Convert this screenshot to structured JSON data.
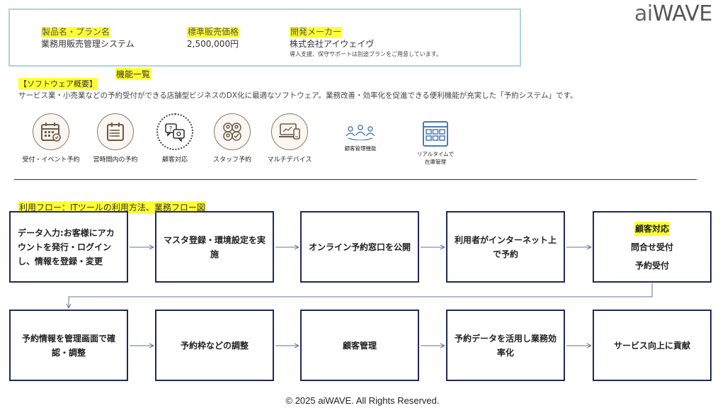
{
  "brand": {
    "logo_ai": "ai",
    "logo_wave": "WAVE"
  },
  "product": {
    "name_label": "製品名・プラン名",
    "name_value": "業務用販売管理システム",
    "price_label": "標準販売価格",
    "price_value": "2,500,000円",
    "maker_label": "開発メーカー",
    "maker_value": "株式会社アイウェイヴ",
    "maker_note": "導入支援、保守サポートは別途プランをご用意しています。"
  },
  "features_title": "機能一覧",
  "overview": {
    "heading": "【ソフトウェア概要】",
    "text": "サービス業・小売業などの予約受付ができる店舗型ビジネスのDX化に最適なソフトウェア。業務改善・効率化を促進できる便利機能が充実した「予約システム」です。"
  },
  "features": [
    {
      "label": "受付・イベント予約",
      "icon": "calendar-icon"
    },
    {
      "label": "営時間内の予約",
      "icon": "schedule-list-icon"
    },
    {
      "label": "顧客対応",
      "icon": "chat-support-icon"
    },
    {
      "label": "スタッフ予約",
      "icon": "staff-group-icon"
    },
    {
      "label": "マルチデバイス",
      "icon": "devices-icon"
    },
    {
      "label": "顧客管理機能",
      "icon": "people-network-icon"
    },
    {
      "label_line1": "リアルタイムで",
      "label_line2": "在庫管理",
      "icon": "inventory-grid-icon"
    }
  ],
  "flow": {
    "title": "利用フロー：ITツールの利用方法、業務フロー図",
    "row1": [
      {
        "text": "データ入力:お客様にアカウントを発行・ログインし、情報を登録・変更"
      },
      {
        "text": "マスタ登録・環境設定を実施"
      },
      {
        "text": "オンライン予約窓口を公開"
      },
      {
        "text": "利用者がインターネット上で予約"
      },
      {
        "title": "顧客対応",
        "line1": "問合せ受付",
        "line2": "予約受付"
      }
    ],
    "row2": [
      {
        "text": "予約情報を管理画面で確認・調整"
      },
      {
        "text": "予約枠などの調整"
      },
      {
        "text": "顧客管理"
      },
      {
        "text": "予約データを活用し業務効率化"
      },
      {
        "text": "サービス向上に貢献"
      }
    ]
  },
  "footer": "© 2025 aiWAVE. All Rights Reserved.",
  "colors": {
    "box_border": "#1e2a55",
    "highlight": "#ffff33",
    "info_border": "#a9d3e0",
    "arrow": "#6a6f9a"
  }
}
